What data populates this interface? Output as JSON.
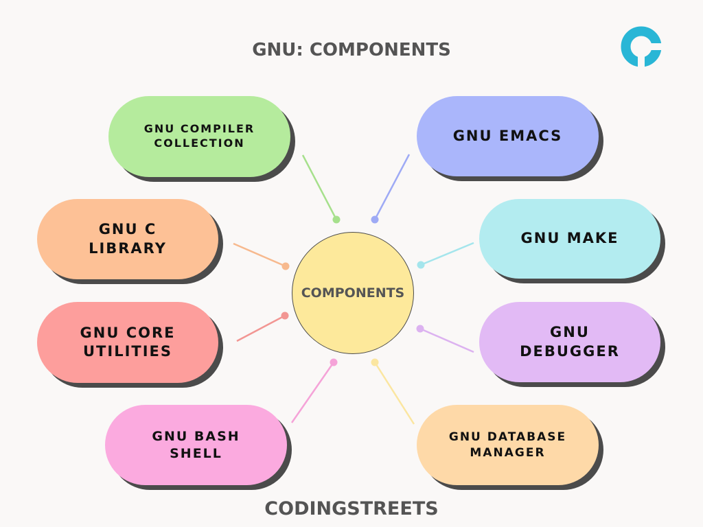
{
  "title": "GNU: COMPONENTS",
  "footer": "CODINGSTREETS",
  "center": {
    "label": "COMPONENTS",
    "color": "#fde99b"
  },
  "logo": {
    "icon": "codingstreets-logo-icon",
    "color": "#29b6d6"
  },
  "components": [
    {
      "id": "gcc",
      "label": "GNU COMPILER\nCOLLECTION",
      "color": "#b5eb9d",
      "line_color": "#a6e08c"
    },
    {
      "id": "emacs",
      "label": "GNU EMACS",
      "color": "#aab6fb",
      "line_color": "#9eaaf5"
    },
    {
      "id": "glibc",
      "label": "GNU C\nLIBRARY",
      "color": "#fdc196",
      "line_color": "#f7b98e"
    },
    {
      "id": "make",
      "label": "GNU MAKE",
      "color": "#b3ecf0",
      "line_color": "#a4e5ec"
    },
    {
      "id": "coreutils",
      "label": "GNU CORE\nUTILITIES",
      "color": "#fd9e9c",
      "line_color": "#f29693"
    },
    {
      "id": "debugger",
      "label": "GNU\nDEBUGGER",
      "color": "#e2baf5",
      "line_color": "#dcb2f0"
    },
    {
      "id": "bash",
      "label": "GNU BASH\nSHELL",
      "color": "#fbaadf",
      "line_color": "#f5a3d8"
    },
    {
      "id": "dbm",
      "label": "GNU DATABASE\nMANAGER",
      "color": "#fed9a8",
      "line_color": "#fbe6a0"
    }
  ]
}
